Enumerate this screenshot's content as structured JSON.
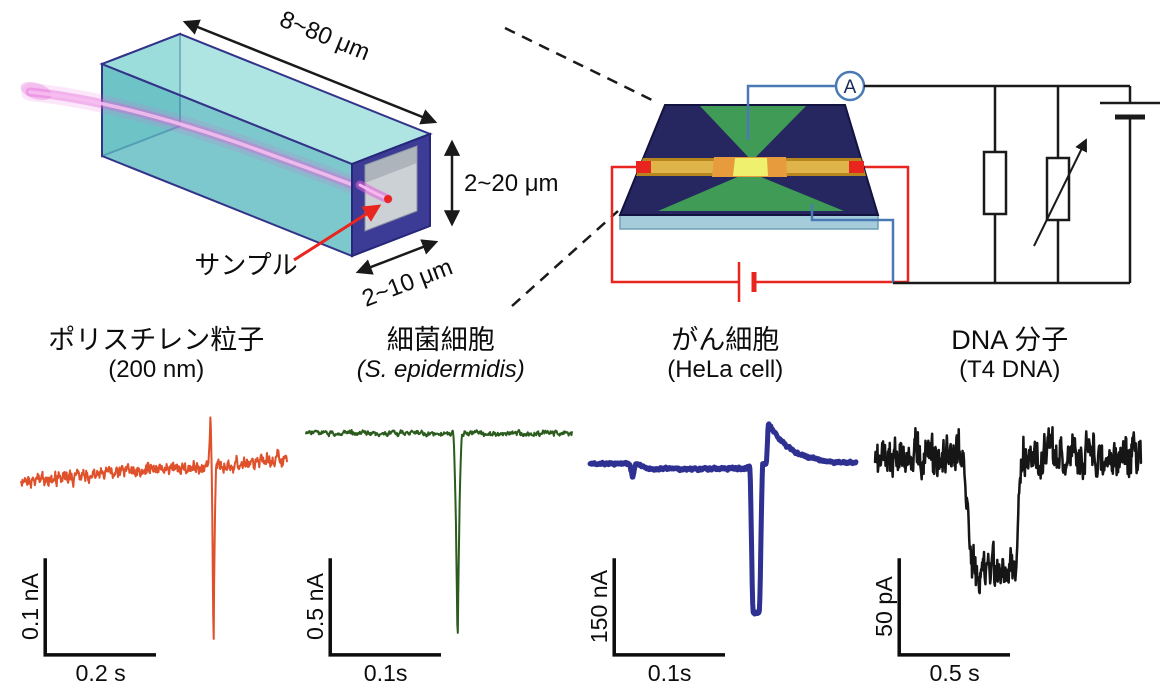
{
  "channel_diagram": {
    "length_label": "8~80 μm",
    "height_label": "2~20 μm",
    "width_label": "2~10 μm",
    "sample_label": "サンプル"
  },
  "chip_circuit": {
    "ammeter_label": "A"
  },
  "figure_palette": {
    "beam_pink": "#e35fd8",
    "wire_red": "#e8251f",
    "wire_blue": "#4a7ab5",
    "wire_black": "#1a1a1a",
    "chip_green": "#3f9b55",
    "chip_navy": "#262660",
    "electrode_gold": "#dfb54a",
    "electrode_bright": "#eef06e",
    "channel_teal": "#5cbabf",
    "channel_edge": "#33338a"
  },
  "chart_data": [
    {
      "type": "line",
      "title": "ポリスチレン粒子",
      "subtitle": "(200 nm)",
      "y_scalebar": "0.1 nA",
      "x_scalebar": "0.2 s",
      "color": "#df512b",
      "stroke_width": 2,
      "waveform": {
        "kind": "spike-bipolar",
        "seed": 11,
        "baseline": 85,
        "noise": 7.5,
        "drift": -22,
        "event_t": 0.72,
        "up": 50,
        "down": 185
      }
    },
    {
      "type": "line",
      "title": "細菌細胞",
      "subtitle": "(S. epidermidis)",
      "y_scalebar": "0.5 nA",
      "x_scalebar": "0.1s",
      "color": "#2b5c1e",
      "stroke_width": 2,
      "waveform": {
        "kind": "spike-down",
        "seed": 22,
        "baseline": 48,
        "noise": 2.8,
        "drift": 0,
        "event_t": 0.57,
        "down": 215
      }
    },
    {
      "type": "line",
      "title": "がん細胞",
      "subtitle": "(HeLa cell)",
      "y_scalebar": "150 nA",
      "x_scalebar": "0.1s",
      "color": "#2e3191",
      "stroke_width": 5,
      "waveform": {
        "kind": "dip-overshoot",
        "seed": 33,
        "baseline": 78,
        "noise": 1.6,
        "drift": 0,
        "event_t": 0.6,
        "down": 148,
        "overshoot": 46
      }
    },
    {
      "type": "line",
      "title": "DNA 分子",
      "subtitle": "(T4 DNA)",
      "y_scalebar": "50 pA",
      "x_scalebar": "0.5 s",
      "color": "#161616",
      "stroke_width": 2.5,
      "waveform": {
        "kind": "noisy-dip",
        "seed": 44,
        "baseline": 70,
        "noise": 24,
        "drift": 0,
        "dip_start": 0.33,
        "dip_end": 0.56,
        "down": 115
      }
    }
  ]
}
